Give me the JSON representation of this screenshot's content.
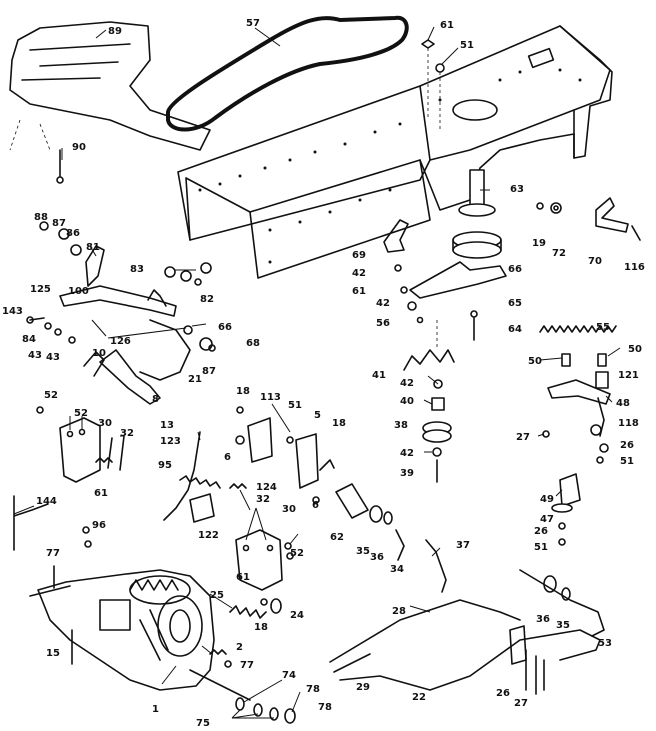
{
  "labels": {
    "l57": "57",
    "l61a": "61",
    "l51a": "51",
    "l89": "89",
    "l90": "90",
    "l63": "63",
    "l19a": "19",
    "l72": "72",
    "l70": "70",
    "l116": "116",
    "l69": "69",
    "l42a": "42",
    "l61b": "61",
    "l42b": "42",
    "l56": "56",
    "l66a": "66",
    "l65": "65",
    "l64": "64",
    "l55": "55",
    "l88": "88",
    "l87a": "87",
    "l86": "86",
    "l81": "81",
    "l83": "83",
    "l82": "82",
    "l125": "125",
    "l100": "100",
    "l143": "143",
    "l84": "84",
    "l43a": "43",
    "l43b": "43",
    "l126": "126",
    "l66b": "66",
    "l68": "68",
    "l10": "10",
    "l21": "21",
    "l87b": "87",
    "l8": "8",
    "l52a": "52",
    "l52b": "52",
    "l30a": "30",
    "l32a": "32",
    "l61c": "61",
    "l18a": "18",
    "l113": "113",
    "l51b": "51",
    "l5": "5",
    "l18b": "18",
    "l13": "13",
    "l123": "123",
    "l95": "95",
    "l6a": "6",
    "l124": "124",
    "l6b": "6",
    "l41": "41",
    "l42c": "42",
    "l40": "40",
    "l38": "38",
    "l42d": "42",
    "l39": "39",
    "l50a": "50",
    "l50b": "50",
    "l121": "121",
    "l48": "48",
    "l27a": "27",
    "l118": "118",
    "l26a": "26",
    "l51c": "51",
    "l144": "144",
    "l96": "96",
    "l122": "122",
    "l32b": "32",
    "l30b": "30",
    "l62": "62",
    "l35a": "35",
    "l36a": "36",
    "l34": "34",
    "l37": "37",
    "l49": "49",
    "l47": "47",
    "l26b": "26",
    "l51d": "51",
    "l61d": "61",
    "l52c": "52",
    "l77a": "77",
    "l25": "25",
    "l18c": "18",
    "l24": "24",
    "l28": "28",
    "l36b": "36",
    "l35b": "35",
    "l53": "53",
    "l15": "15",
    "l2": "2",
    "l77b": "77",
    "l74": "74",
    "l1": "1",
    "l29": "29",
    "l22": "22",
    "l26c": "26",
    "l27b": "27",
    "l75": "75",
    "l78a": "78",
    "l78b": "78"
  }
}
